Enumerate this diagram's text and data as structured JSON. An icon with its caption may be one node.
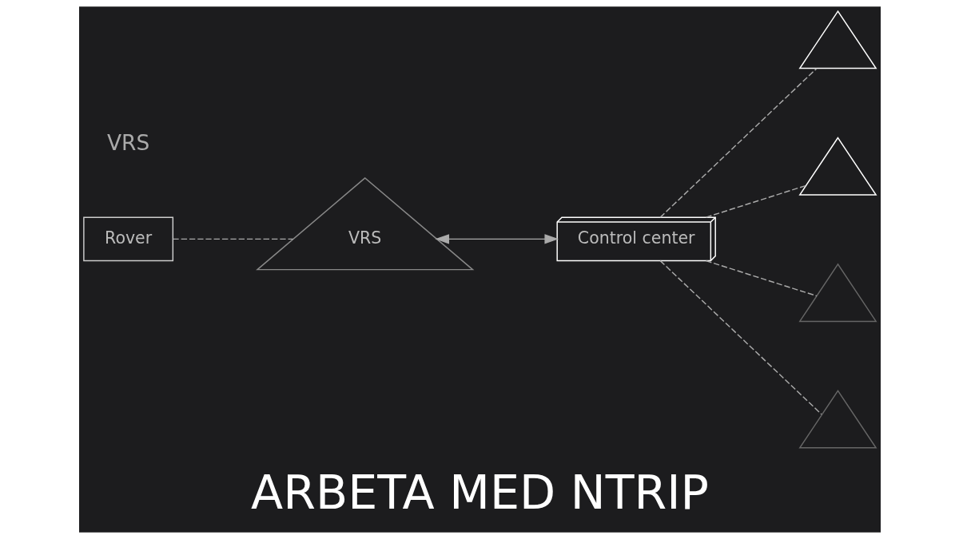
{
  "diagram": {
    "title": "ARBETA MED NTRIP",
    "nodes": [
      {
        "text": [
          "Rover"
        ]
      },
      {
        "text": [
          "VRS"
        ]
      },
      {
        "text": [
          "Control center"
        ]
      },
      {
        "text": [],
        "shape": "picture"
      },
      {
        "text": [],
        "shape": "picture"
      },
      {
        "text": [],
        "shape": "picture"
      },
      {
        "text": [],
        "shape": "picture"
      }
    ],
    "edges": [
      {
        "from": 0,
        "to": 1,
        "arrow": "none",
        "style": "dashed"
      },
      {
        "from": 1,
        "to": 2,
        "arrow": "both"
      },
      {
        "from": 2,
        "to": 3,
        "arrow": "none",
        "style": "dashed"
      },
      {
        "from": 2,
        "to": 4,
        "arrow": "none",
        "style": "dashed"
      },
      {
        "from": 2,
        "to": 5,
        "arrow": "none",
        "style": "dashed"
      },
      {
        "from": 2,
        "to": 6,
        "arrow": "none",
        "style": "dashed"
      }
    ],
    "labels": [
      "VRS"
    ]
  }
}
